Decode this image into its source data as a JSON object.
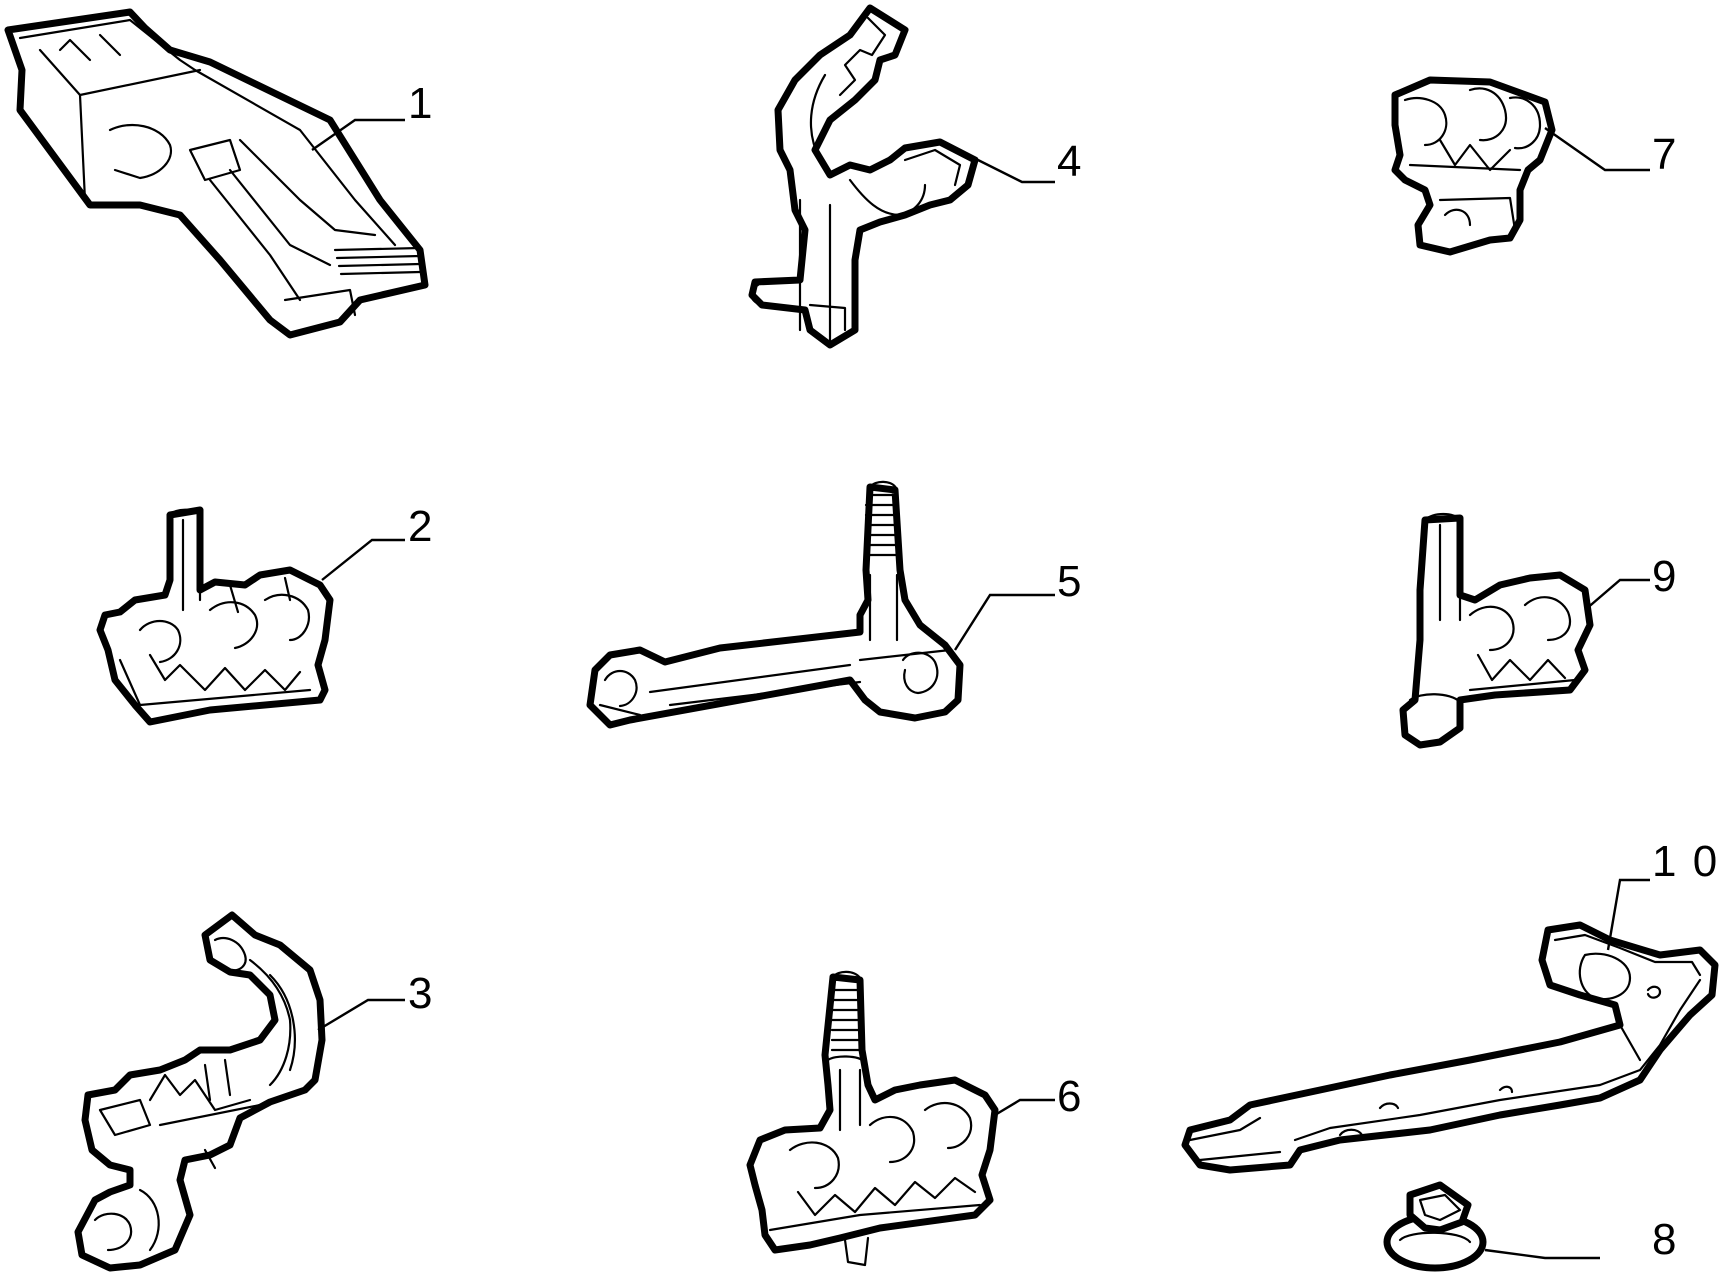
{
  "diagram": {
    "parts": [
      {
        "id": "1",
        "callout": "1",
        "icon": "connector-clip-icon"
      },
      {
        "id": "2",
        "callout": "2",
        "icon": "triple-pipe-clip-with-stud-icon"
      },
      {
        "id": "3",
        "callout": "3",
        "icon": "curved-pipe-bracket-icon"
      },
      {
        "id": "4",
        "callout": "4",
        "icon": "hook-pipe-bracket-icon"
      },
      {
        "id": "5",
        "callout": "5",
        "icon": "arm-clip-with-threaded-stud-icon"
      },
      {
        "id": "6",
        "callout": "6",
        "icon": "triple-clip-with-threaded-stud-icon"
      },
      {
        "id": "7",
        "callout": "7",
        "icon": "double-pipe-clip-icon"
      },
      {
        "id": "8",
        "callout": "8",
        "icon": "push-fastener-icon"
      },
      {
        "id": "9",
        "callout": "9",
        "icon": "double-clip-with-stud-icon"
      },
      {
        "id": "10",
        "callout": "1 0",
        "icon": "long-bracket-plate-icon"
      }
    ]
  }
}
